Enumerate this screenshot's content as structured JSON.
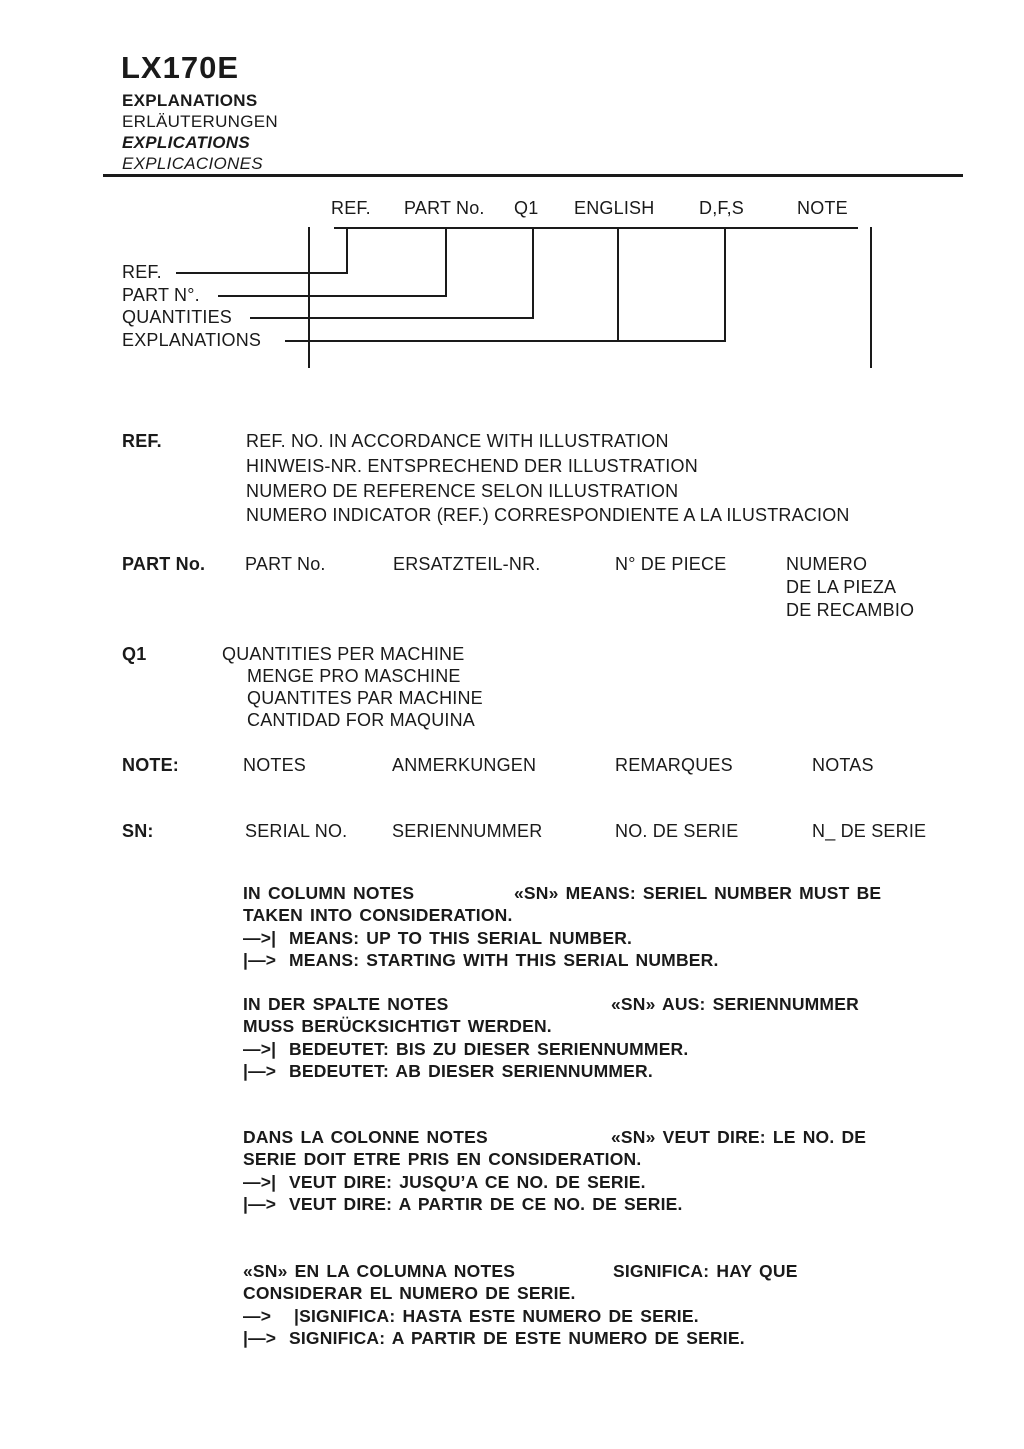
{
  "header": {
    "title": "LX170E",
    "subtitle_en": "EXPLANATIONS",
    "subtitle_de": "ERLÄUTERUNGEN",
    "subtitle_fr": "EXPLICATIONS",
    "subtitle_es": "EXPLICACIONES"
  },
  "legend": {
    "col_ref": "REF.",
    "col_part": "PART No.",
    "col_q1": "Q1",
    "col_english": "ENGLISH",
    "col_dfs": "D,F,S",
    "col_note": "NOTE",
    "label_ref": "REF.",
    "label_part": "PART N°.",
    "label_quantities": "QUANTITIES",
    "label_explanations": "EXPLANATIONS"
  },
  "defs": {
    "ref": {
      "term": "REF.",
      "en": "REF. NO. IN ACCORDANCE WITH ILLUSTRATION",
      "de": "HINWEIS-NR. ENTSPRECHEND DER ILLUSTRATION",
      "fr": "NUMERO DE REFERENCE SELON ILLUSTRATION",
      "es": "NUMERO INDICATOR (REF.) CORRESPONDIENTE A LA ILUSTRACION"
    },
    "part": {
      "term": "PART No.",
      "en": "PART No.",
      "de": "ERSATZTEIL-NR.",
      "fr": "N° DE PIECE",
      "es_line1": "NUMERO",
      "es_line2": "DE LA PIEZA",
      "es_line3": "DE RECAMBIO"
    },
    "q1": {
      "term": "Q1",
      "en": "QUANTITIES PER MACHINE",
      "de": "MENGE PRO MASCHINE",
      "fr": "QUANTITES PAR MACHINE",
      "es": "CANTIDAD FOR MAQUINA"
    },
    "note": {
      "term": "NOTE:",
      "en": "NOTES",
      "de": "ANMERKUNGEN",
      "fr": "REMARQUES",
      "es": "NOTAS"
    },
    "sn": {
      "term": "SN:",
      "en": "SERIAL NO.",
      "de": "SERIENNUMMER",
      "fr": "NO. DE SERIE",
      "es": "N_ DE SERIE"
    }
  },
  "sn_notes": {
    "en": {
      "intro": "IN COLUMN NOTES",
      "sn_phrase": "«SN» MEANS: SERIEL NUMBER MUST BE",
      "line2": "TAKEN INTO CONSIDERATION.",
      "arrow_upto": "—>|",
      "upto": "MEANS: UP TO THIS SERIAL NUMBER.",
      "arrow_from": "|—>",
      "from": "MEANS: STARTING WITH THIS SERIAL NUMBER."
    },
    "de": {
      "intro": "IN DER SPALTE NOTES",
      "sn_phrase": "«SN» AUS: SERIENNUMMER",
      "line2": "MUSS BERÜCKSICHTIGT WERDEN.",
      "arrow_upto": "—>|",
      "upto": "BEDEUTET: BIS ZU DIESER SERIENNUMMER.",
      "arrow_from": "|—>",
      "from": "BEDEUTET: AB DIESER SERIENNUMMER."
    },
    "fr": {
      "intro": "DANS LA COLONNE NOTES",
      "sn_phrase": "«SN» VEUT DIRE: LE NO. DE",
      "line2": "SERIE DOIT ETRE PRIS EN CONSIDERATION.",
      "arrow_upto": "—>|",
      "upto": "VEUT DIRE: JUSQU’A CE NO. DE SERIE.",
      "arrow_from": "|—>",
      "from": "VEUT DIRE: A PARTIR DE CE NO. DE SERIE."
    },
    "es": {
      "intro": "«SN» EN LA COLUMNA NOTES",
      "sn_phrase": "SIGNIFICA: HAY QUE",
      "line2": "CONSIDERAR EL NUMERO DE SERIE.",
      "arrow_upto": "—>",
      "upto": "|SIGNIFICA: HASTA ESTE NUMERO DE SERIE.",
      "arrow_from": "|—>",
      "from": "SIGNIFICA: A PARTIR DE ESTE NUMERO DE SERIE."
    }
  }
}
